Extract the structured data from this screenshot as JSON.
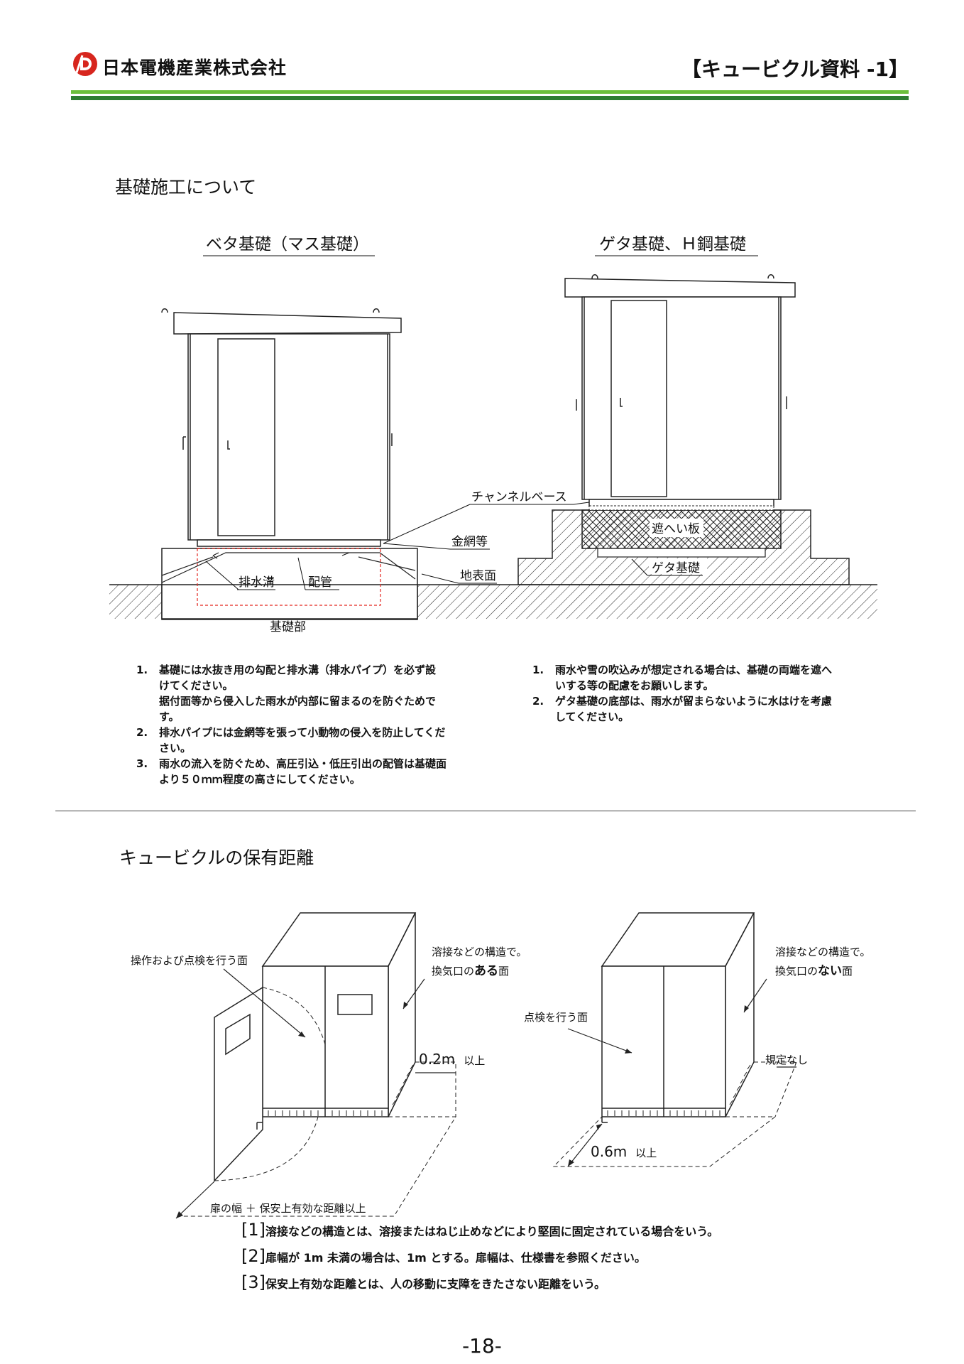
{
  "header": {
    "company_name": "日本電機産業株式会社",
    "logo_name": "nihon-denki-sangyo-logo",
    "doc_label": "【キュービクル資料 -1】",
    "accent_light": "#6cbf3c",
    "accent_dark": "#2f7d32"
  },
  "section1": {
    "heading": "基礎施工について",
    "diagram_left": {
      "title": "ベタ基礎（マス基礎）",
      "labels": {
        "wire_mesh": "金網等",
        "ground_surface": "地表面",
        "drain_ditch": "排水溝",
        "piping": "配管",
        "foundation": "基礎部"
      }
    },
    "diagram_right": {
      "title": "ゲタ基礎、Ｈ鋼基礎",
      "labels": {
        "channel_base": "チャンネルベース",
        "shield_plate": "遮へい板",
        "geta_foundation": "ゲタ基礎"
      }
    },
    "notes_left": [
      {
        "num": "1.",
        "text": "基礎には水抜き用の勾配と排水溝（排水パイプ）を必ず設\nけてください。\n据付面等から侵入した雨水が内部に留まるのを防ぐためです。"
      },
      {
        "num": "2.",
        "text": "排水パイプには金網等を張って小動物の侵入を防止してくだ\nさい。"
      },
      {
        "num": "3.",
        "text": "雨水の流入を防ぐため、高圧引込・低圧引出の配管は基礎面\nより５０ｍｍ程度の高さにしてください。"
      }
    ],
    "notes_right": [
      {
        "num": "1.",
        "text": "雨水や雪の吹込みが想定される場合は、基礎の両端を遮へ\nいする等の配慮をお願いします。"
      },
      {
        "num": "2.",
        "text": "ゲタ基礎の底部は、雨水が留まらないように水はけを考慮\nしてください。"
      }
    ]
  },
  "section2": {
    "heading": "キュービクルの保有距離",
    "diagram_left": {
      "operation_face": "操作および点検を行う面",
      "welded_vent_line1": "溶接などの構造で。",
      "welded_vent_line2_prefix": "換気口の",
      "welded_vent_line2_emph": "ある",
      "welded_vent_line2_suffix": "面",
      "side_distance": "0.2m",
      "side_distance_suffix": "以上",
      "front_distance": "扉の幅 ＋ 保安上有効な距離以上"
    },
    "diagram_right": {
      "welded_line1": "溶接などの構造で。",
      "welded_line2_prefix": "換気口の",
      "welded_line2_emph": "ない",
      "welded_line2_suffix": "面",
      "inspection_face": "点検を行う面",
      "no_requirement": "規定なし",
      "front_distance": "0.6m",
      "front_distance_suffix": "以上"
    }
  },
  "footnotes": [
    {
      "num": "[1]",
      "text": "溶接などの構造とは、溶接またはねじ止めなどにより堅固に固定されている場合をいう。"
    },
    {
      "num": "[2]",
      "text": "扉幅が 1m 未満の場合は、1m とする。扉幅は、仕様書を参照ください。"
    },
    {
      "num": "[3]",
      "text": "保安上有効な距離とは、人の移動に支障をきたさない距離をいう。"
    }
  ],
  "page_number": "-18-"
}
